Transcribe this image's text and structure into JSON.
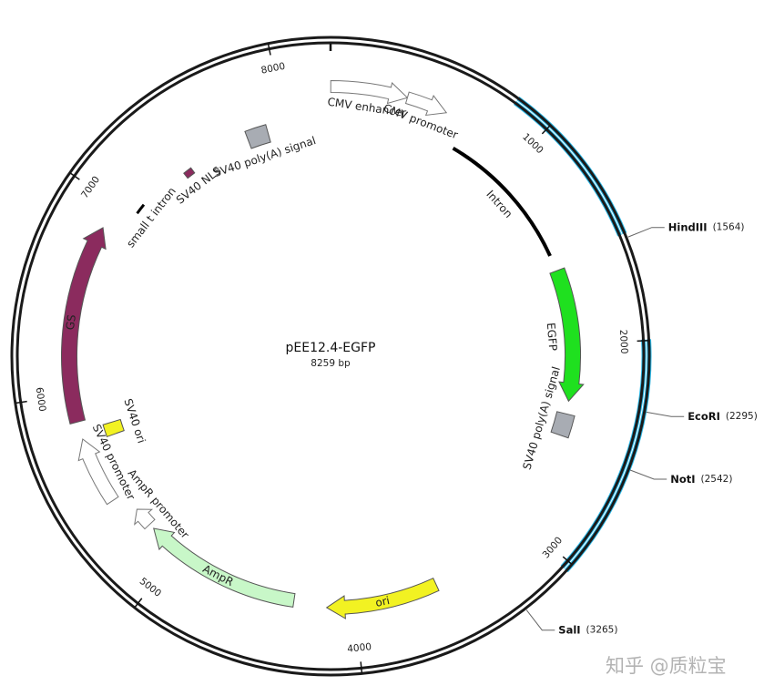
{
  "plasmid": {
    "name": "pEE12.4-EGFP",
    "size_label": "8259 bp",
    "length": 8259
  },
  "colors": {
    "backbone": "#1a1a1a",
    "insert_highlight": "#29b7e6",
    "gs": "#8b2b5e",
    "egfp": "#1fe01f",
    "ampr": "#c8f7c8",
    "ori": "#f2f222",
    "polya": "#a8acb3",
    "promoter": "#ffffff",
    "intron": "#000000"
  },
  "ticks": [
    {
      "pos": 1000,
      "label": "1000"
    },
    {
      "pos": 2000,
      "label": "2000"
    },
    {
      "pos": 3000,
      "label": "3000"
    },
    {
      "pos": 4000,
      "label": "4000"
    },
    {
      "pos": 5000,
      "label": "5000"
    },
    {
      "pos": 6000,
      "label": "6000"
    },
    {
      "pos": 7000,
      "label": "7000"
    },
    {
      "pos": 8000,
      "label": "8000"
    }
  ],
  "highlights": [
    {
      "start": 827,
      "end": 1545
    },
    {
      "start": 1995,
      "end": 3035
    }
  ],
  "features": [
    {
      "id": "cmv-enhancer",
      "label": "CMV enhancer",
      "type": "promoter",
      "start": 1,
      "end": 380,
      "ring": 296,
      "width": 13,
      "arrow": true
    },
    {
      "id": "cmv-promoter",
      "label": "CMV promoter",
      "type": "promoter",
      "start": 380,
      "end": 584,
      "ring": 296,
      "width": 13,
      "arrow": true
    },
    {
      "id": "intron",
      "label": "Intron",
      "type": "intron",
      "start": 700,
      "end": 1502,
      "ring": 265,
      "width": 4,
      "arrow": false
    },
    {
      "id": "egfp",
      "label": "EGFP",
      "type": "egfp",
      "start": 1590,
      "end": 2310,
      "ring": 266,
      "width": 17,
      "arrow": true
    },
    {
      "id": "sv40-polya-1",
      "label": "SV40 poly(A) signal",
      "type": "polya",
      "start": 2380,
      "end": 2500,
      "ring": 266,
      "width": 20,
      "arrow": false
    },
    {
      "id": "ori",
      "label": "ori",
      "type": "ori",
      "start": 3560,
      "end": 4150,
      "ring": 276,
      "width": 15,
      "arrow": true
    },
    {
      "id": "ampr",
      "label": "AmpR",
      "type": "ampr",
      "start": 4325,
      "end": 5180,
      "ring": 271,
      "width": 15,
      "arrow": true
    },
    {
      "id": "ampr-promoter",
      "label": "AmpR promoter",
      "type": "promoter",
      "start": 5210,
      "end": 5315,
      "ring": 271,
      "width": 15,
      "arrow": true
    },
    {
      "id": "sv40-promoter",
      "label": "SV40 promoter",
      "type": "promoter",
      "start": 5425,
      "end": 5770,
      "ring": 287,
      "width": 15,
      "arrow": true
    },
    {
      "id": "sv40-ori",
      "label": "SV40 ori",
      "type": "ori",
      "start": 5740,
      "end": 5810,
      "ring": 251,
      "width": 20,
      "arrow": false
    },
    {
      "id": "gs",
      "label": "GS",
      "type": "gs",
      "start": 5860,
      "end": 6870,
      "ring": 287,
      "width": 17,
      "arrow": true
    },
    {
      "id": "small-t-intron",
      "label": "small t intron",
      "type": "intron",
      "start": 7030,
      "end": 7090,
      "ring": 264,
      "width": 3,
      "arrow": false
    },
    {
      "id": "sv40-nls",
      "label": "SV40 NLS",
      "type": "gs",
      "start": 7370,
      "end": 7420,
      "ring": 254,
      "width": 7,
      "arrow": false
    },
    {
      "id": "sv40-polya-2",
      "label": "SV40 poly(A) signal",
      "type": "polya",
      "start": 7780,
      "end": 7900,
      "ring": 254,
      "width": 20,
      "arrow": false
    }
  ],
  "sites": [
    {
      "name": "HindIII",
      "pos": 1564,
      "pos_label": "(1564)"
    },
    {
      "name": "EcoRI",
      "pos": 2295,
      "pos_label": "(2295)"
    },
    {
      "name": "NotI",
      "pos": 2542,
      "pos_label": "(2542)"
    },
    {
      "name": "SalI",
      "pos": 3265,
      "pos_label": "(3265)"
    }
  ],
  "watermark": {
    "icon": "zhihu-logo",
    "text": "知乎 @质粒宝"
  }
}
